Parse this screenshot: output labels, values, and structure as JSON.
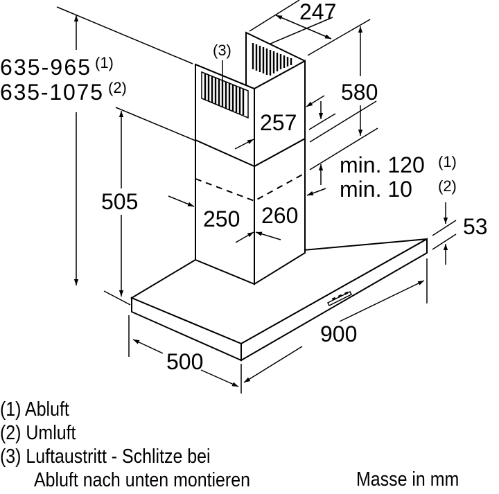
{
  "diagram": {
    "type": "technical-dimension-drawing",
    "subject": "Wall-mounted chimney cooker hood",
    "dimensions": {
      "total_height_1": "635-965",
      "total_height_1_note": "(1)",
      "total_height_2": "635-1075",
      "total_height_2_note": "(2)",
      "hood_to_chimney_height": "505",
      "chimney_top_depth": "247",
      "upper_chimney_height": "580",
      "upper_chimney_width": "257",
      "lower_chimney_width": "250",
      "lower_chimney_depth": "260",
      "min_gap_1": "min. 120",
      "min_gap_1_note": "(1)",
      "min_gap_2": "min. 10",
      "min_gap_2_note": "(2)",
      "canopy_thickness": "53",
      "canopy_width": "900",
      "canopy_depth": "500",
      "slot_callout": "(3)"
    },
    "legend": [
      {
        "marker": "(1)",
        "text": "Abluft"
      },
      {
        "marker": "(2)",
        "text": "Umluft"
      },
      {
        "marker": "(3)",
        "text": "Luftaustritt - Schlitze bei"
      },
      {
        "marker": "",
        "text": "Abluft nach unten montieren"
      }
    ],
    "unit_note": "Masse in mm"
  }
}
